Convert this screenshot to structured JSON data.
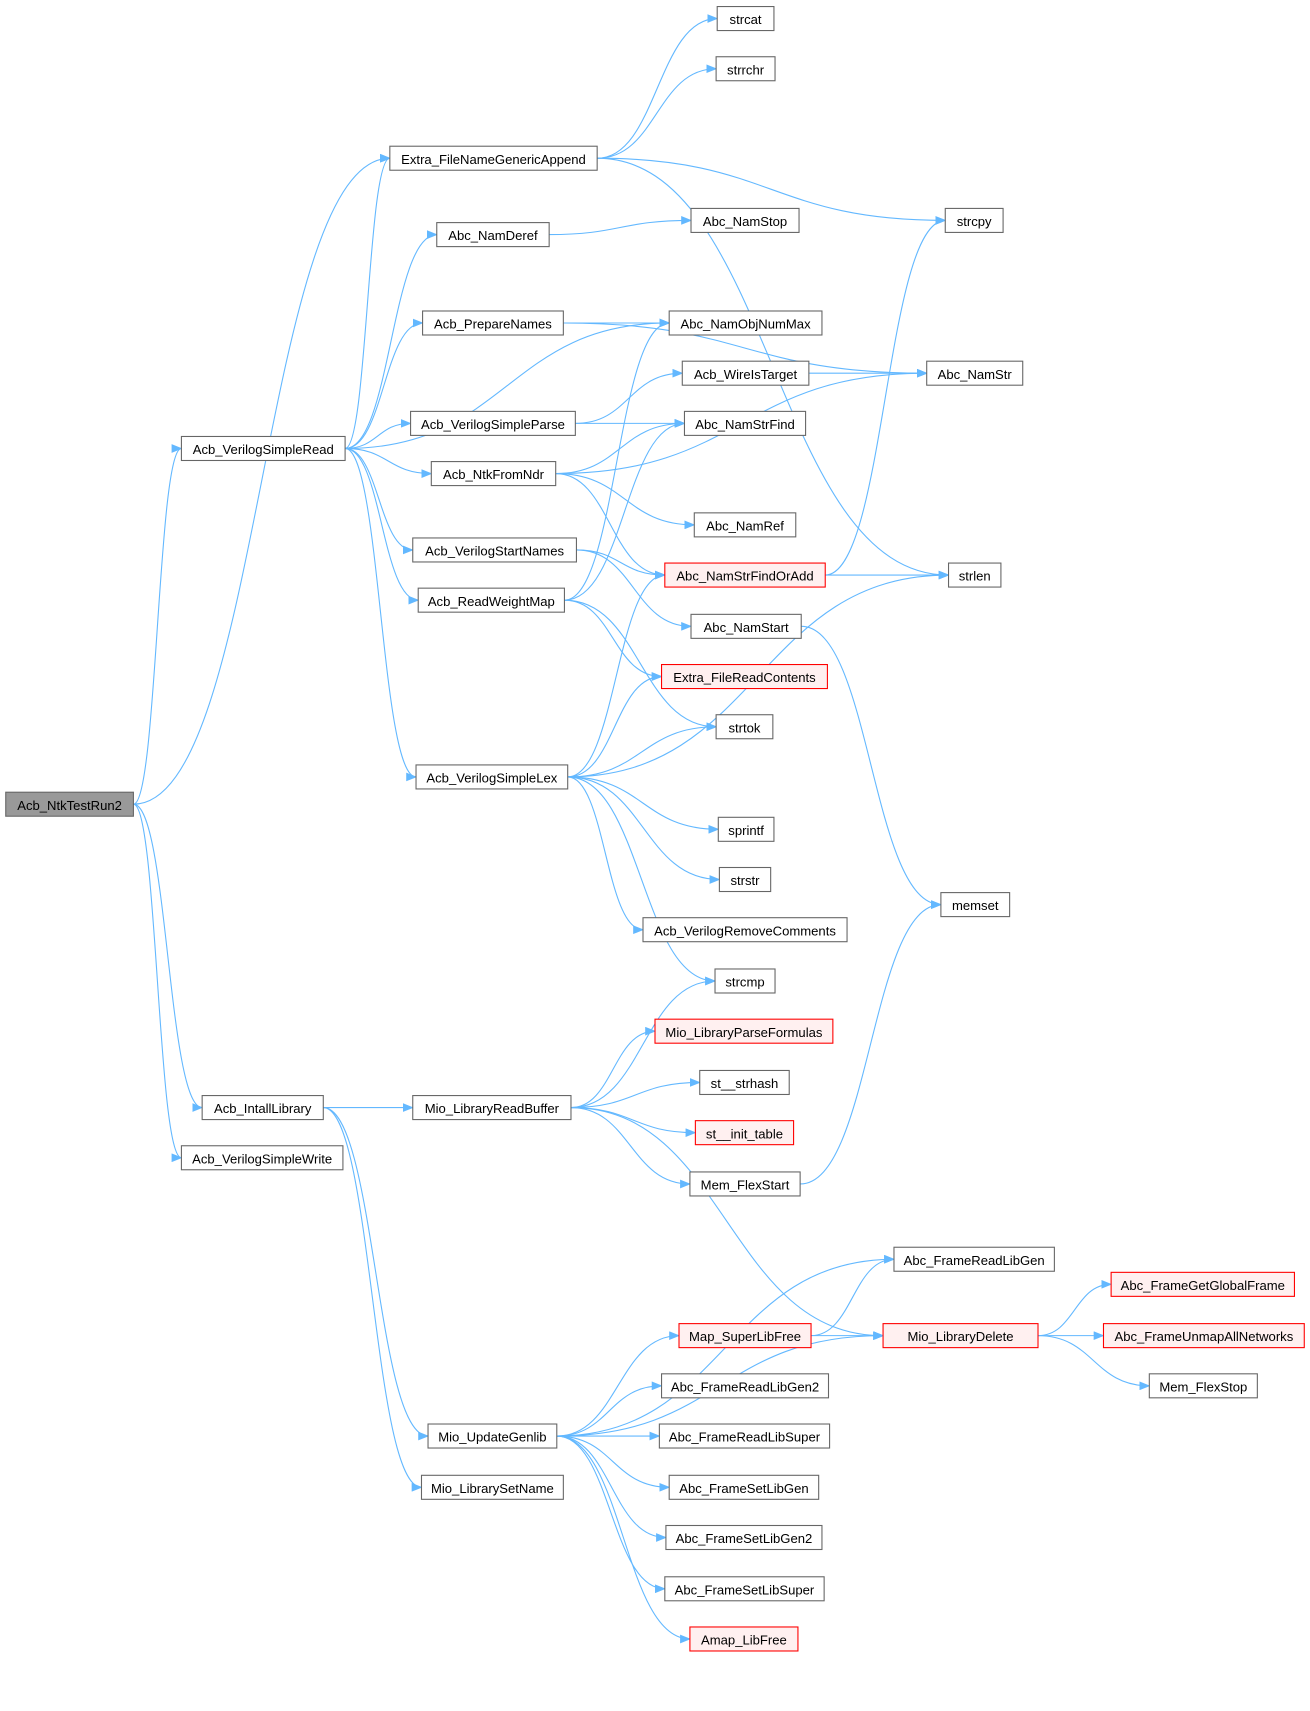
{
  "colors": {
    "edge": "#63b8ff",
    "node_border": "#666666",
    "red_border": "#ff0000",
    "red_fill": "#fff0f0",
    "root_fill": "#999999"
  },
  "nodes": [
    {
      "id": "Acb_NtkTestRun2",
      "label": "Acb_NtkTestRun2",
      "style": "root"
    },
    {
      "id": "Extra_FileNameGenericAppend",
      "label": "Extra_FileNameGenericAppend",
      "style": "normal"
    },
    {
      "id": "strcat",
      "label": "strcat",
      "style": "normal"
    },
    {
      "id": "strrchr",
      "label": "strrchr",
      "style": "normal"
    },
    {
      "id": "Abc_NamDeref",
      "label": "Abc_NamDeref",
      "style": "normal"
    },
    {
      "id": "Abc_NamStop",
      "label": "Abc_NamStop",
      "style": "normal"
    },
    {
      "id": "strcpy",
      "label": "strcpy",
      "style": "normal"
    },
    {
      "id": "Acb_PrepareNames",
      "label": "Acb_PrepareNames",
      "style": "normal"
    },
    {
      "id": "Abc_NamObjNumMax",
      "label": "Abc_NamObjNumMax",
      "style": "normal"
    },
    {
      "id": "Abc_NamStr",
      "label": "Abc_NamStr",
      "style": "normal"
    },
    {
      "id": "Acb_WireIsTarget",
      "label": "Acb_WireIsTarget",
      "style": "normal"
    },
    {
      "id": "Acb_VerilogSimpleParse",
      "label": "Acb_VerilogSimpleParse",
      "style": "normal"
    },
    {
      "id": "Abc_NamStrFind",
      "label": "Abc_NamStrFind",
      "style": "normal"
    },
    {
      "id": "Acb_VerilogSimpleRead",
      "label": "Acb_VerilogSimpleRead",
      "style": "normal"
    },
    {
      "id": "Acb_NtkFromNdr",
      "label": "Acb_NtkFromNdr",
      "style": "normal"
    },
    {
      "id": "Abc_NamRef",
      "label": "Abc_NamRef",
      "style": "normal"
    },
    {
      "id": "Acb_VerilogStartNames",
      "label": "Acb_VerilogStartNames",
      "style": "normal"
    },
    {
      "id": "Abc_NamStrFindOrAdd",
      "label": "Abc_NamStrFindOrAdd",
      "style": "red"
    },
    {
      "id": "strlen",
      "label": "strlen",
      "style": "normal"
    },
    {
      "id": "Acb_ReadWeightMap",
      "label": "Acb_ReadWeightMap",
      "style": "normal"
    },
    {
      "id": "Abc_NamStart",
      "label": "Abc_NamStart",
      "style": "normal"
    },
    {
      "id": "Extra_FileReadContents",
      "label": "Extra_FileReadContents",
      "style": "red"
    },
    {
      "id": "strtok",
      "label": "strtok",
      "style": "normal"
    },
    {
      "id": "Acb_VerilogSimpleLex",
      "label": "Acb_VerilogSimpleLex",
      "style": "normal"
    },
    {
      "id": "sprintf",
      "label": "sprintf",
      "style": "normal"
    },
    {
      "id": "strstr",
      "label": "strstr",
      "style": "normal"
    },
    {
      "id": "Acb_VerilogRemoveComments",
      "label": "Acb_VerilogRemoveComments",
      "style": "normal"
    },
    {
      "id": "memset",
      "label": "memset",
      "style": "normal"
    },
    {
      "id": "strcmp",
      "label": "strcmp",
      "style": "normal"
    },
    {
      "id": "Mio_LibraryParseFormulas",
      "label": "Mio_LibraryParseFormulas",
      "style": "red"
    },
    {
      "id": "st__strhash",
      "label": "st__strhash",
      "style": "normal"
    },
    {
      "id": "Acb_IntallLibrary",
      "label": "Acb_IntallLibrary",
      "style": "normal"
    },
    {
      "id": "Mio_LibraryReadBuffer",
      "label": "Mio_LibraryReadBuffer",
      "style": "normal"
    },
    {
      "id": "st__init_table",
      "label": "st__init_table",
      "style": "red"
    },
    {
      "id": "Acb_VerilogSimpleWrite",
      "label": "Acb_VerilogSimpleWrite",
      "style": "normal"
    },
    {
      "id": "Mem_FlexStart",
      "label": "Mem_FlexStart",
      "style": "normal"
    },
    {
      "id": "Abc_FrameReadLibGen",
      "label": "Abc_FrameReadLibGen",
      "style": "normal"
    },
    {
      "id": "Abc_FrameGetGlobalFrame",
      "label": "Abc_FrameGetGlobalFrame",
      "style": "red"
    },
    {
      "id": "Map_SuperLibFree",
      "label": "Map_SuperLibFree",
      "style": "red"
    },
    {
      "id": "Mio_LibraryDelete",
      "label": "Mio_LibraryDelete",
      "style": "red"
    },
    {
      "id": "Abc_FrameUnmapAllNetworks",
      "label": "Abc_FrameUnmapAllNetworks",
      "style": "red"
    },
    {
      "id": "Abc_FrameReadLibGen2",
      "label": "Abc_FrameReadLibGen2",
      "style": "normal"
    },
    {
      "id": "Mem_FlexStop",
      "label": "Mem_FlexStop",
      "style": "normal"
    },
    {
      "id": "Mio_UpdateGenlib",
      "label": "Mio_UpdateGenlib",
      "style": "normal"
    },
    {
      "id": "Abc_FrameReadLibSuper",
      "label": "Abc_FrameReadLibSuper",
      "style": "normal"
    },
    {
      "id": "Mio_LibrarySetName",
      "label": "Mio_LibrarySetName",
      "style": "normal"
    },
    {
      "id": "Abc_FrameSetLibGen",
      "label": "Abc_FrameSetLibGen",
      "style": "normal"
    },
    {
      "id": "Abc_FrameSetLibGen2",
      "label": "Abc_FrameSetLibGen2",
      "style": "normal"
    },
    {
      "id": "Abc_FrameSetLibSuper",
      "label": "Abc_FrameSetLibSuper",
      "style": "normal"
    },
    {
      "id": "Amap_LibFree",
      "label": "Amap_LibFree",
      "style": "red"
    }
  ],
  "edges": [
    [
      "Acb_NtkTestRun2",
      "Extra_FileNameGenericAppend"
    ],
    [
      "Acb_NtkTestRun2",
      "Acb_VerilogSimpleRead"
    ],
    [
      "Acb_NtkTestRun2",
      "Acb_IntallLibrary"
    ],
    [
      "Acb_NtkTestRun2",
      "Acb_VerilogSimpleWrite"
    ],
    [
      "Extra_FileNameGenericAppend",
      "strcat"
    ],
    [
      "Extra_FileNameGenericAppend",
      "strrchr"
    ],
    [
      "Extra_FileNameGenericAppend",
      "strcpy"
    ],
    [
      "Extra_FileNameGenericAppend",
      "strlen"
    ],
    [
      "Acb_VerilogSimpleRead",
      "Extra_FileNameGenericAppend"
    ],
    [
      "Acb_VerilogSimpleRead",
      "Abc_NamDeref"
    ],
    [
      "Acb_VerilogSimpleRead",
      "Acb_PrepareNames"
    ],
    [
      "Acb_VerilogSimpleRead",
      "Abc_NamObjNumMax"
    ],
    [
      "Acb_VerilogSimpleRead",
      "Acb_VerilogSimpleParse"
    ],
    [
      "Acb_VerilogSimpleRead",
      "Acb_NtkFromNdr"
    ],
    [
      "Acb_VerilogSimpleRead",
      "Acb_VerilogStartNames"
    ],
    [
      "Acb_VerilogSimpleRead",
      "Acb_ReadWeightMap"
    ],
    [
      "Acb_VerilogSimpleRead",
      "Acb_VerilogSimpleLex"
    ],
    [
      "Abc_NamDeref",
      "Abc_NamStop"
    ],
    [
      "Acb_PrepareNames",
      "Abc_NamObjNumMax"
    ],
    [
      "Acb_PrepareNames",
      "Abc_NamStr"
    ],
    [
      "Acb_WireIsTarget",
      "Abc_NamStr"
    ],
    [
      "Acb_VerilogSimpleParse",
      "Acb_WireIsTarget"
    ],
    [
      "Acb_VerilogSimpleParse",
      "Abc_NamStrFind"
    ],
    [
      "Acb_NtkFromNdr",
      "Abc_NamStrFind"
    ],
    [
      "Acb_NtkFromNdr",
      "Abc_NamStr"
    ],
    [
      "Acb_NtkFromNdr",
      "Abc_NamRef"
    ],
    [
      "Acb_NtkFromNdr",
      "Abc_NamStrFindOrAdd"
    ],
    [
      "Acb_VerilogStartNames",
      "Abc_NamStrFindOrAdd"
    ],
    [
      "Acb_VerilogStartNames",
      "Abc_NamStart"
    ],
    [
      "Acb_ReadWeightMap",
      "Abc_NamObjNumMax"
    ],
    [
      "Acb_ReadWeightMap",
      "Abc_NamStrFind"
    ],
    [
      "Acb_ReadWeightMap",
      "Extra_FileReadContents"
    ],
    [
      "Acb_ReadWeightMap",
      "strtok"
    ],
    [
      "Abc_NamStrFindOrAdd",
      "strcpy"
    ],
    [
      "Abc_NamStrFindOrAdd",
      "strlen"
    ],
    [
      "Abc_NamStart",
      "memset"
    ],
    [
      "Acb_VerilogSimpleLex",
      "Abc_NamStrFindOrAdd"
    ],
    [
      "Acb_VerilogSimpleLex",
      "Extra_FileReadContents"
    ],
    [
      "Acb_VerilogSimpleLex",
      "strtok"
    ],
    [
      "Acb_VerilogSimpleLex",
      "strlen"
    ],
    [
      "Acb_VerilogSimpleLex",
      "sprintf"
    ],
    [
      "Acb_VerilogSimpleLex",
      "strstr"
    ],
    [
      "Acb_VerilogSimpleLex",
      "Acb_VerilogRemoveComments"
    ],
    [
      "Acb_VerilogSimpleLex",
      "strcmp"
    ],
    [
      "Acb_IntallLibrary",
      "Mio_LibraryReadBuffer"
    ],
    [
      "Acb_IntallLibrary",
      "Mio_UpdateGenlib"
    ],
    [
      "Acb_IntallLibrary",
      "Mio_LibrarySetName"
    ],
    [
      "Mio_LibraryReadBuffer",
      "strcmp"
    ],
    [
      "Mio_LibraryReadBuffer",
      "Mio_LibraryParseFormulas"
    ],
    [
      "Mio_LibraryReadBuffer",
      "st__strhash"
    ],
    [
      "Mio_LibraryReadBuffer",
      "st__init_table"
    ],
    [
      "Mio_LibraryReadBuffer",
      "Mem_FlexStart"
    ],
    [
      "Mio_LibraryReadBuffer",
      "Mio_LibraryDelete"
    ],
    [
      "Mem_FlexStart",
      "memset"
    ],
    [
      "Map_SuperLibFree",
      "Abc_FrameReadLibGen"
    ],
    [
      "Map_SuperLibFree",
      "Mio_LibraryDelete"
    ],
    [
      "Mio_LibraryDelete",
      "Abc_FrameGetGlobalFrame"
    ],
    [
      "Mio_LibraryDelete",
      "Abc_FrameUnmapAllNetworks"
    ],
    [
      "Mio_LibraryDelete",
      "Mem_FlexStop"
    ],
    [
      "Mio_UpdateGenlib",
      "Abc_FrameReadLibGen"
    ],
    [
      "Mio_UpdateGenlib",
      "Map_SuperLibFree"
    ],
    [
      "Mio_UpdateGenlib",
      "Abc_FrameReadLibGen2"
    ],
    [
      "Mio_UpdateGenlib",
      "Abc_FrameReadLibSuper"
    ],
    [
      "Mio_UpdateGenlib",
      "Abc_FrameSetLibGen"
    ],
    [
      "Mio_UpdateGenlib",
      "Abc_FrameSetLibGen2"
    ],
    [
      "Mio_UpdateGenlib",
      "Abc_FrameSetLibSuper"
    ],
    [
      "Mio_UpdateGenlib",
      "Amap_LibFree"
    ],
    [
      "Mio_UpdateGenlib",
      "Mio_LibraryDelete"
    ]
  ]
}
